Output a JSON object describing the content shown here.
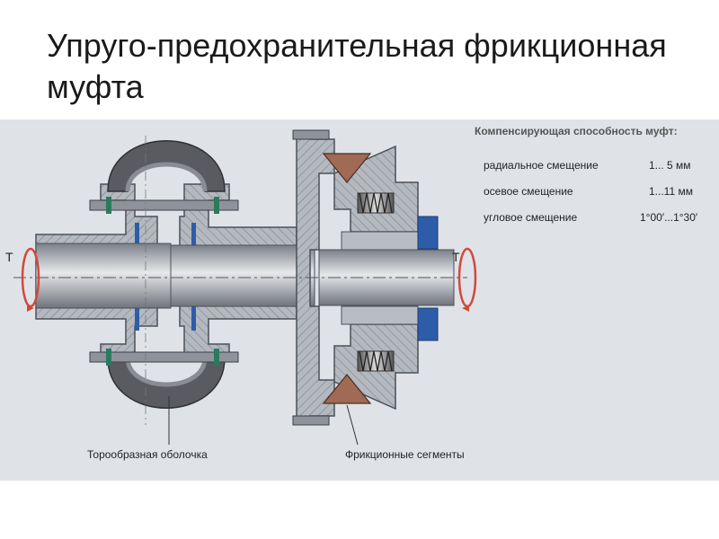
{
  "slide": {
    "title": "Упруго-предохранительная фрикционная муфта"
  },
  "figure": {
    "spec_header": "Компенсирующая способность муфт:",
    "specs": [
      {
        "label": "радиальное смещение",
        "value": "1... 5 мм"
      },
      {
        "label": "осевое смещение",
        "value": "1...11 мм"
      },
      {
        "label": "угловое смещение",
        "value": "1°00′...1°30′"
      }
    ],
    "torque_left": "T",
    "torque_right": "T",
    "callout_shell": "Торообразная оболочка",
    "callout_segments": "Фрикционные сегменты",
    "colors": {
      "background": "#dfe3e8",
      "steel": "#a9aeb6",
      "steel_dark": "#70757e",
      "rubber": "#595a60",
      "friction": "#a06a55",
      "arrow": "#d2493a",
      "blue_part": "#2d5da8"
    }
  }
}
